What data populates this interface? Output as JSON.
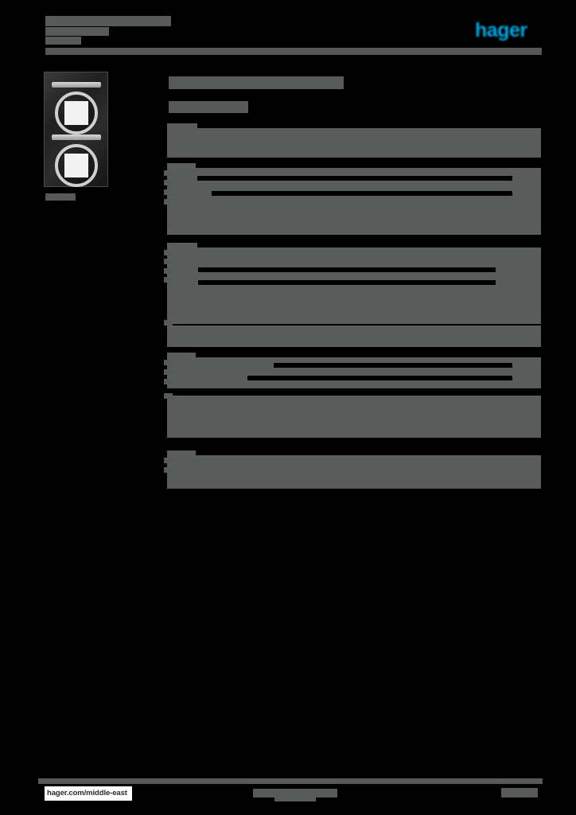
{
  "document": {
    "type": "product-datasheet",
    "brand": "hager",
    "brand_color": "#00a5e3",
    "page_background": "#000000",
    "redaction_color": "#585a5a",
    "redacted": true
  },
  "header": {
    "title_lines": [
      "",
      "",
      ""
    ],
    "logo_text": "hager",
    "rule": ""
  },
  "product_image": {
    "alt": "double-gang-frame",
    "caption": ""
  },
  "main": {
    "title": "",
    "subtitle": "",
    "sections": [
      {
        "label": "",
        "rows": [
          {
            "label": "",
            "value": ""
          },
          {
            "label": "",
            "value": ""
          },
          {
            "label": "",
            "value": ""
          }
        ]
      },
      {
        "label": "",
        "rows": [
          {
            "label": "",
            "value": ""
          },
          {
            "label": "",
            "value": ""
          },
          {
            "label": "",
            "value": ""
          },
          {
            "label": "",
            "value": ""
          },
          {
            "label": "",
            "value": ""
          }
        ]
      },
      {
        "label": "",
        "rows": [
          {
            "label": "",
            "value": ""
          },
          {
            "label": "",
            "value": ""
          },
          {
            "label": "",
            "value": ""
          },
          {
            "label": "",
            "value": ""
          },
          {
            "label": "",
            "value": ""
          },
          {
            "label": "",
            "value": ""
          }
        ]
      },
      {
        "label": "",
        "rows": [
          {
            "label": "",
            "value": ""
          },
          {
            "label": "",
            "value": ""
          },
          {
            "label": "",
            "value": ""
          },
          {
            "label": "",
            "value": ""
          }
        ]
      },
      {
        "label": "",
        "rows": [
          {
            "label": "",
            "value": ""
          },
          {
            "label": "",
            "value": ""
          }
        ]
      }
    ]
  },
  "footer": {
    "url": "hager.com/middle-east",
    "center": "",
    "center_secondary": "",
    "right": ""
  }
}
